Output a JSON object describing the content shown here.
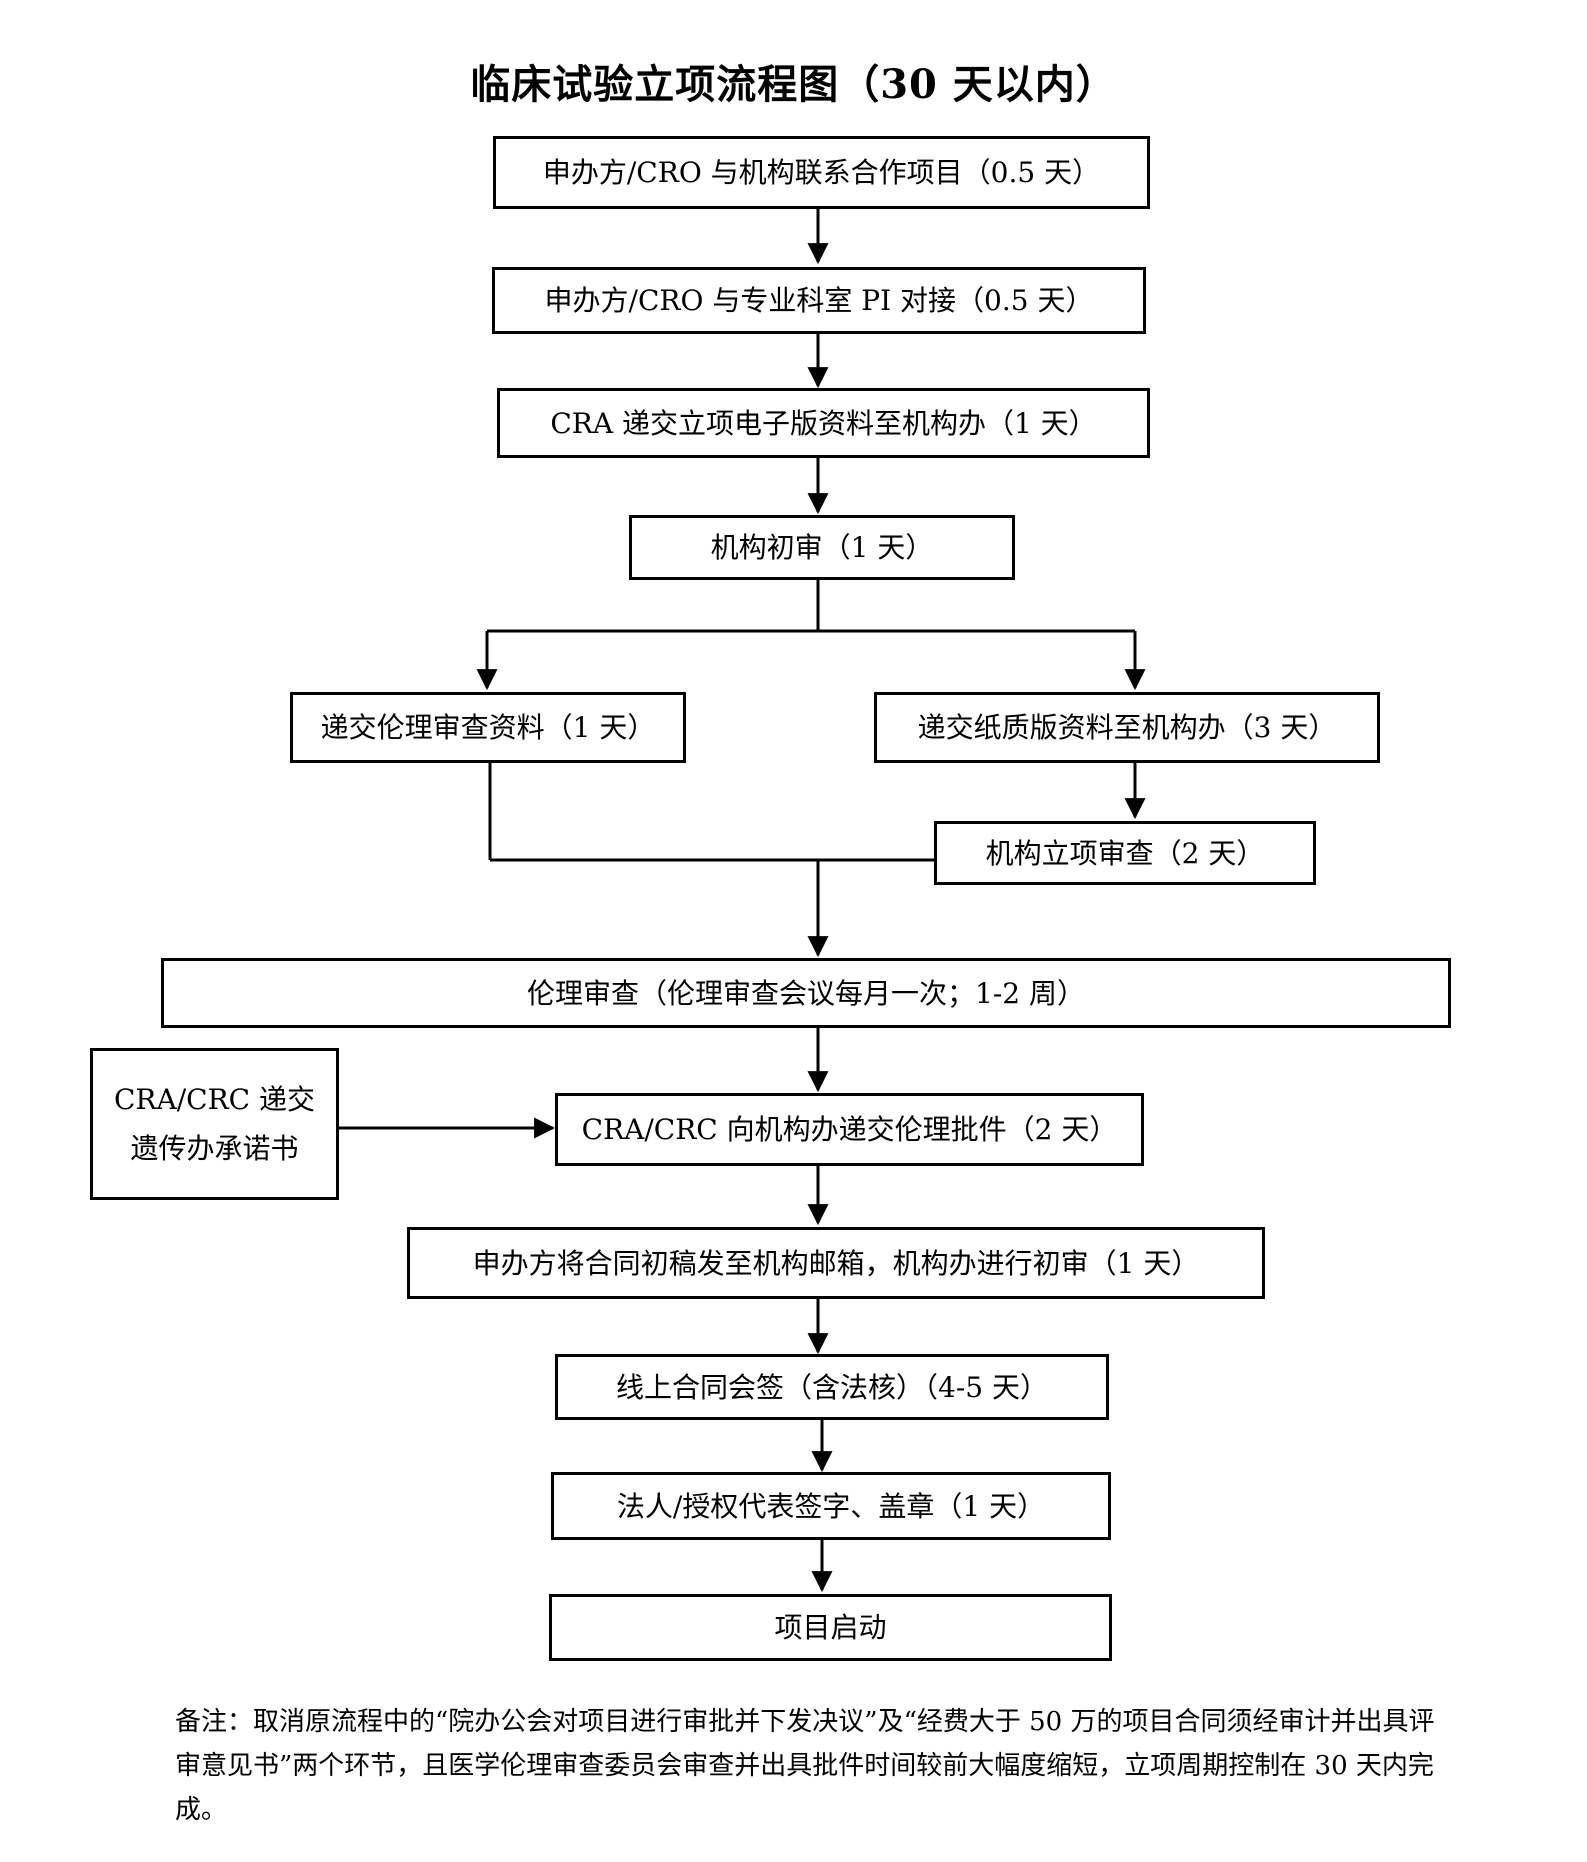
{
  "title": "临床试验立项流程图（30 天以内）",
  "steps": {
    "s1": "申办方/CRO 与机构联系合作项目（0.5 天）",
    "s2": "申办方/CRO 与专业科室 PI 对接（0.5 天）",
    "s3": "CRA 递交立项电子版资料至机构办（1 天）",
    "s4": "机构初审（1 天）",
    "s5a": "递交伦理审查资料（1 天）",
    "s5b": "递交纸质版资料至机构办（3 天）",
    "s6b": "机构立项审查（2 天）",
    "s7": "伦理审查（伦理审查会议每月一次；1-2 周）",
    "side_line1": "CRA/CRC 递交",
    "side_line2": "遗传办承诺书",
    "s8": "CRA/CRC 向机构办递交伦理批件（2 天）",
    "s9": "申办方将合同初稿发至机构邮箱，机构办进行初审（1 天）",
    "s10": "线上合同会签（含法核）（4-5 天）",
    "s11": "法人/授权代表签字、盖章（1 天）",
    "s12": "项目启动"
  },
  "note": "备注：取消原流程中的“院办公会对项目进行审批并下发决议”及“经费大于 50 万的项目合同须经审计并出具评审意见书”两个环节，且医学伦理审查委员会审查并出具批件时间较前大幅度缩短，立项周期控制在 30 天内完成。"
}
